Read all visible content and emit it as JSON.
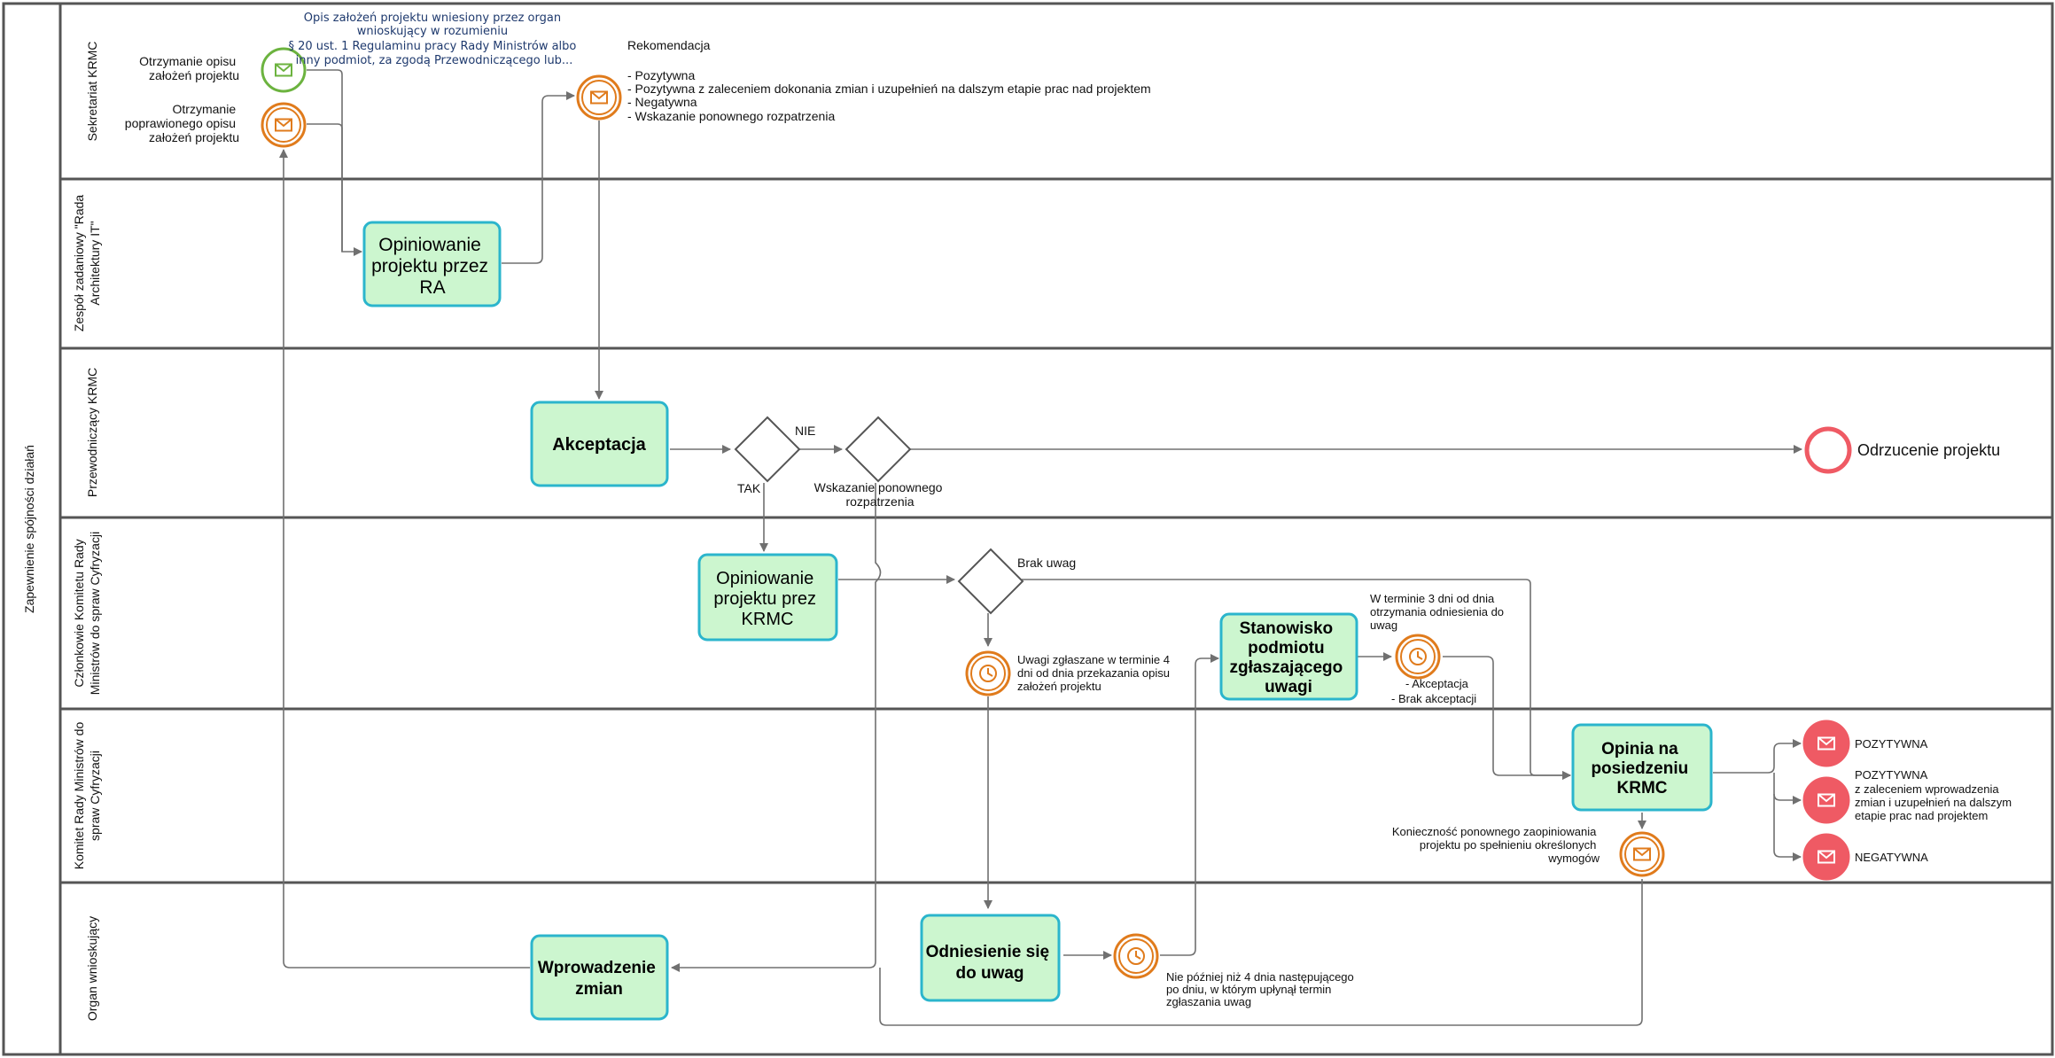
{
  "pool": {
    "title": "Zapewnienie spójności działań"
  },
  "lanes": [
    {
      "id": "sekretariat",
      "label": [
        "Sekretariat KRMC"
      ]
    },
    {
      "id": "zespol",
      "label": [
        "Zespół zadaniowy \"Rada",
        "Architektury IT\""
      ]
    },
    {
      "id": "przewodniczacy",
      "label": [
        "Przewodniczący KRMC"
      ]
    },
    {
      "id": "czlonkowie",
      "label": [
        "Członkowie Komitetu Rady",
        "Ministrów do spraw Cyfryzacji"
      ]
    },
    {
      "id": "komitet",
      "label": [
        "Komitet Rady Ministrów do",
        "spraw Cyfryzacji"
      ]
    },
    {
      "id": "organ",
      "label": [
        "Organ wnioskujący"
      ]
    }
  ],
  "events": {
    "start_receive": {
      "label": [
        "Otrzymanie opisu",
        "założeń projektu"
      ]
    },
    "receive_corrected": {
      "label": [
        "Otrzymanie",
        "poprawionego opisu",
        "założeń projektu"
      ]
    },
    "recommendation": {
      "title": "Rekomendacja",
      "items": [
        "- Pozytywna",
        "- Pozytywna z zaleceniem dokonania zmian i uzupełnień na dalszym etapie prac nad projektem",
        "- Negatywna",
        "- Wskazanie ponownego rozpatrzenia"
      ]
    },
    "reject": {
      "label": "Odrzucenie projektu"
    },
    "timer_uwagi": {
      "label": [
        "Uwagi zgłaszane w terminie 4",
        "dni od dnia przekazania opisu",
        "założeń projektu"
      ]
    },
    "timer_3dni": {
      "label": [
        "W terminie 3 dni od dnia",
        "otrzymania odniesienia do",
        "uwag"
      ],
      "outcomes": [
        "- Akceptacja",
        "- Brak akceptacji"
      ]
    },
    "timer_odniesienie": {
      "label": [
        "Nie później niż 4 dnia następującego",
        "po dniu, w którym upłynął termin",
        "zgłaszania uwag"
      ]
    },
    "end_pozytywna": {
      "label": [
        "POZYTYWNA"
      ]
    },
    "end_zalecenie": {
      "label": [
        "POZYTYWNA",
        "z zaleceniem wprowadzenia",
        "zmian i uzupełnień na dalszym",
        "etapie prac nad projektem"
      ]
    },
    "end_negatywna": {
      "label": [
        "NEGATYWNA"
      ]
    },
    "msg_koniecznosc": {
      "label": [
        "Konieczność ponownego zaopiniowania",
        "projektu po spełnieniu określonych",
        "wymogów"
      ]
    }
  },
  "annotation": {
    "lines": [
      "Opis założeń projektu wniesiony przez organ",
      "wnioskujący w rozumieniu",
      "§ 20 ust. 1 Regulaminu pracy Rady Ministrów albo",
      "inny podmiot, za zgodą Przewodniczącego lub..."
    ]
  },
  "tasks": {
    "opiniowanie_ra": {
      "lines": [
        "Opiniowanie",
        "projektu przez",
        "RA"
      ]
    },
    "akceptacja": {
      "lines": [
        "Akceptacja"
      ]
    },
    "opiniowanie_krmc": {
      "lines": [
        "Opiniowanie",
        "projektu prez",
        "KRMC"
      ]
    },
    "stanowisko": {
      "lines": [
        "Stanowisko",
        "podmiotu",
        "zgłaszającego",
        "uwagi"
      ]
    },
    "opinia_posiedzenie": {
      "lines": [
        "Opinia na",
        "posiedzeniu",
        "KRMC"
      ]
    },
    "wprowadzenie": {
      "lines": [
        "Wprowadzenie",
        "zmian"
      ]
    },
    "odniesienie": {
      "lines": [
        "Odniesienie się",
        "do uwag"
      ]
    }
  },
  "gateways": {
    "g1": {
      "yes_label": "TAK",
      "no_label": "NIE"
    },
    "g2": {
      "label": [
        "Wskazanie ponownego",
        "rozpatrzenia"
      ]
    },
    "g3": {
      "label": "Brak uwag"
    }
  },
  "colors": {
    "task_fill": "#ccf6cf",
    "task_stroke": "#2bb5cc",
    "start_event": "#6cb33f",
    "intermediate_event": "#e07b1c",
    "end_event": "#ef5a64",
    "flow": "#707070",
    "lane_border": "#555555",
    "note_text": "#1f3a6e"
  }
}
